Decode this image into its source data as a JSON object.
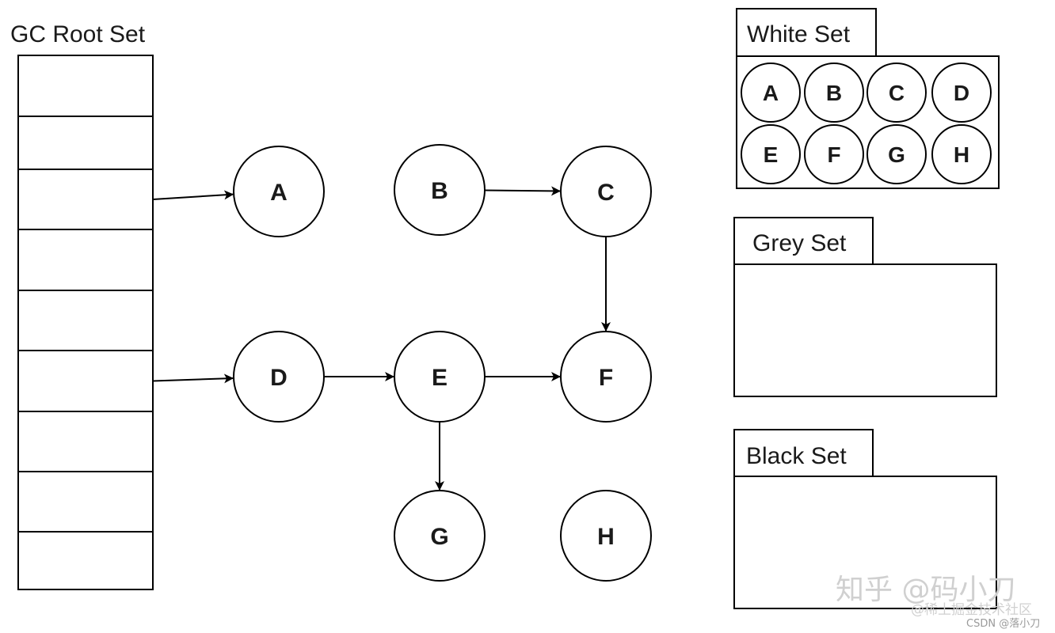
{
  "root_set": {
    "title": "GC Root Set",
    "slot_count": 9
  },
  "nodes": [
    {
      "id": "A",
      "label": "A"
    },
    {
      "id": "B",
      "label": "B"
    },
    {
      "id": "C",
      "label": "C"
    },
    {
      "id": "D",
      "label": "D"
    },
    {
      "id": "E",
      "label": "E"
    },
    {
      "id": "F",
      "label": "F"
    },
    {
      "id": "G",
      "label": "G"
    },
    {
      "id": "H",
      "label": "H"
    }
  ],
  "edges": [
    {
      "from": "root-slot-3",
      "to": "A"
    },
    {
      "from": "root-slot-6",
      "to": "D"
    },
    {
      "from": "B",
      "to": "C"
    },
    {
      "from": "C",
      "to": "F"
    },
    {
      "from": "D",
      "to": "E"
    },
    {
      "from": "E",
      "to": "F"
    },
    {
      "from": "E",
      "to": "G"
    }
  ],
  "sets": {
    "white": {
      "title": "White Set",
      "members": [
        "A",
        "B",
        "C",
        "D",
        "E",
        "F",
        "G",
        "H"
      ]
    },
    "grey": {
      "title": "Grey Set",
      "members": []
    },
    "black": {
      "title": "Black Set",
      "members": []
    }
  },
  "watermark": {
    "line1": "知乎 @码小刀",
    "line2": "@稀土掘金技术社区",
    "line3": "CSDN @落小刀"
  },
  "colors": {
    "stroke": "#000000",
    "text": "#1a1a1a",
    "background": "#ffffff"
  }
}
